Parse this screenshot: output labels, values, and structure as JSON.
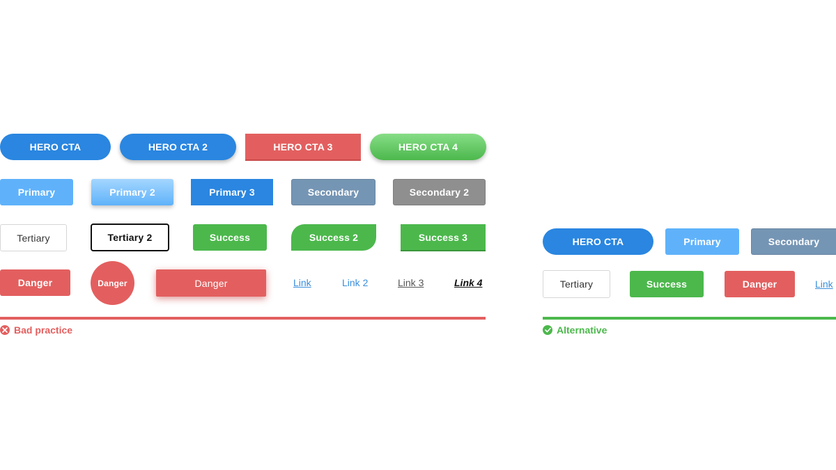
{
  "colors": {
    "blue": "#2a86e0",
    "light_blue": "#5fb2fa",
    "slate": "#7595b4",
    "gray": "#8f8f8f",
    "green": "#4cb84c",
    "red": "#e35f5f",
    "link_blue": "#3a8edb"
  },
  "bad": {
    "hero_cta": "HERO CTA",
    "hero_cta_2": "HERO CTA 2",
    "hero_cta_3": "HERO CTA 3",
    "hero_cta_4": "HERO CTA 4",
    "primary": "Primary",
    "primary_2": "Primary 2",
    "primary_3": "Primary 3",
    "secondary": "Secondary",
    "secondary_2": "Secondary 2",
    "tertiary": "Tertiary",
    "tertiary_2": "Tertiary 2",
    "success": "Success",
    "success_2": "Success 2",
    "success_3": "Success 3",
    "danger": "Danger",
    "danger_circle": "Danger",
    "danger_blur": "Danger",
    "link": "Link",
    "link_2": "Link 2",
    "link_3": "Link 3",
    "link_4": "Link 4",
    "caption": "Bad practice",
    "caption_icon": "x-circle-icon"
  },
  "good": {
    "hero_cta": "HERO CTA",
    "primary": "Primary",
    "secondary": "Secondary",
    "tertiary": "Tertiary",
    "success": "Success",
    "danger": "Danger",
    "link": "Link",
    "caption": "Alternative",
    "caption_icon": "check-circle-icon"
  }
}
